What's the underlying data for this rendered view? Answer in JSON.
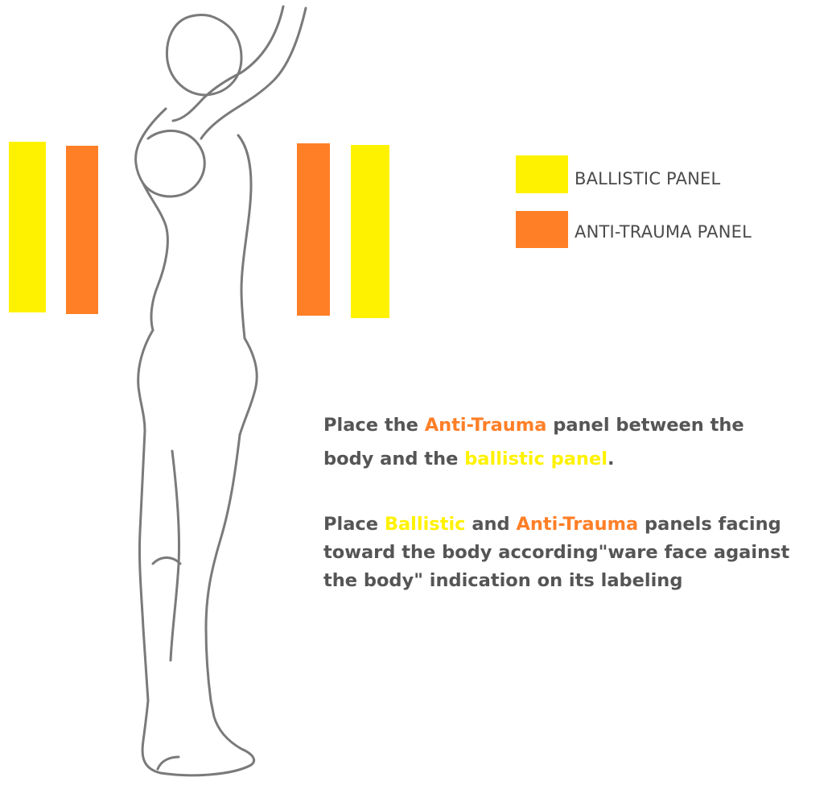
{
  "colors": {
    "ballistic": "#fff200",
    "anti_trauma": "#ff7f27",
    "text": "#555555",
    "outline": "#7a7a7a"
  },
  "legend": {
    "ballistic_label": "BALLISTIC PANEL",
    "anti_trauma_label": "ANTI-TRAUMA PANEL"
  },
  "instructions": {
    "line1": {
      "a": "Place the ",
      "b": "Anti-Trauma",
      "c": " panel between the"
    },
    "line2": {
      "a": "body and the ",
      "b": "ballistic panel",
      "c": "."
    },
    "line3": {
      "a": "Place ",
      "b": "Ballistic",
      "c": " and ",
      "d": "Anti-Trauma",
      "e": " panels facing"
    },
    "line4": "toward the body according\"ware face against",
    "line5": "the body\" indication on its labeling"
  }
}
